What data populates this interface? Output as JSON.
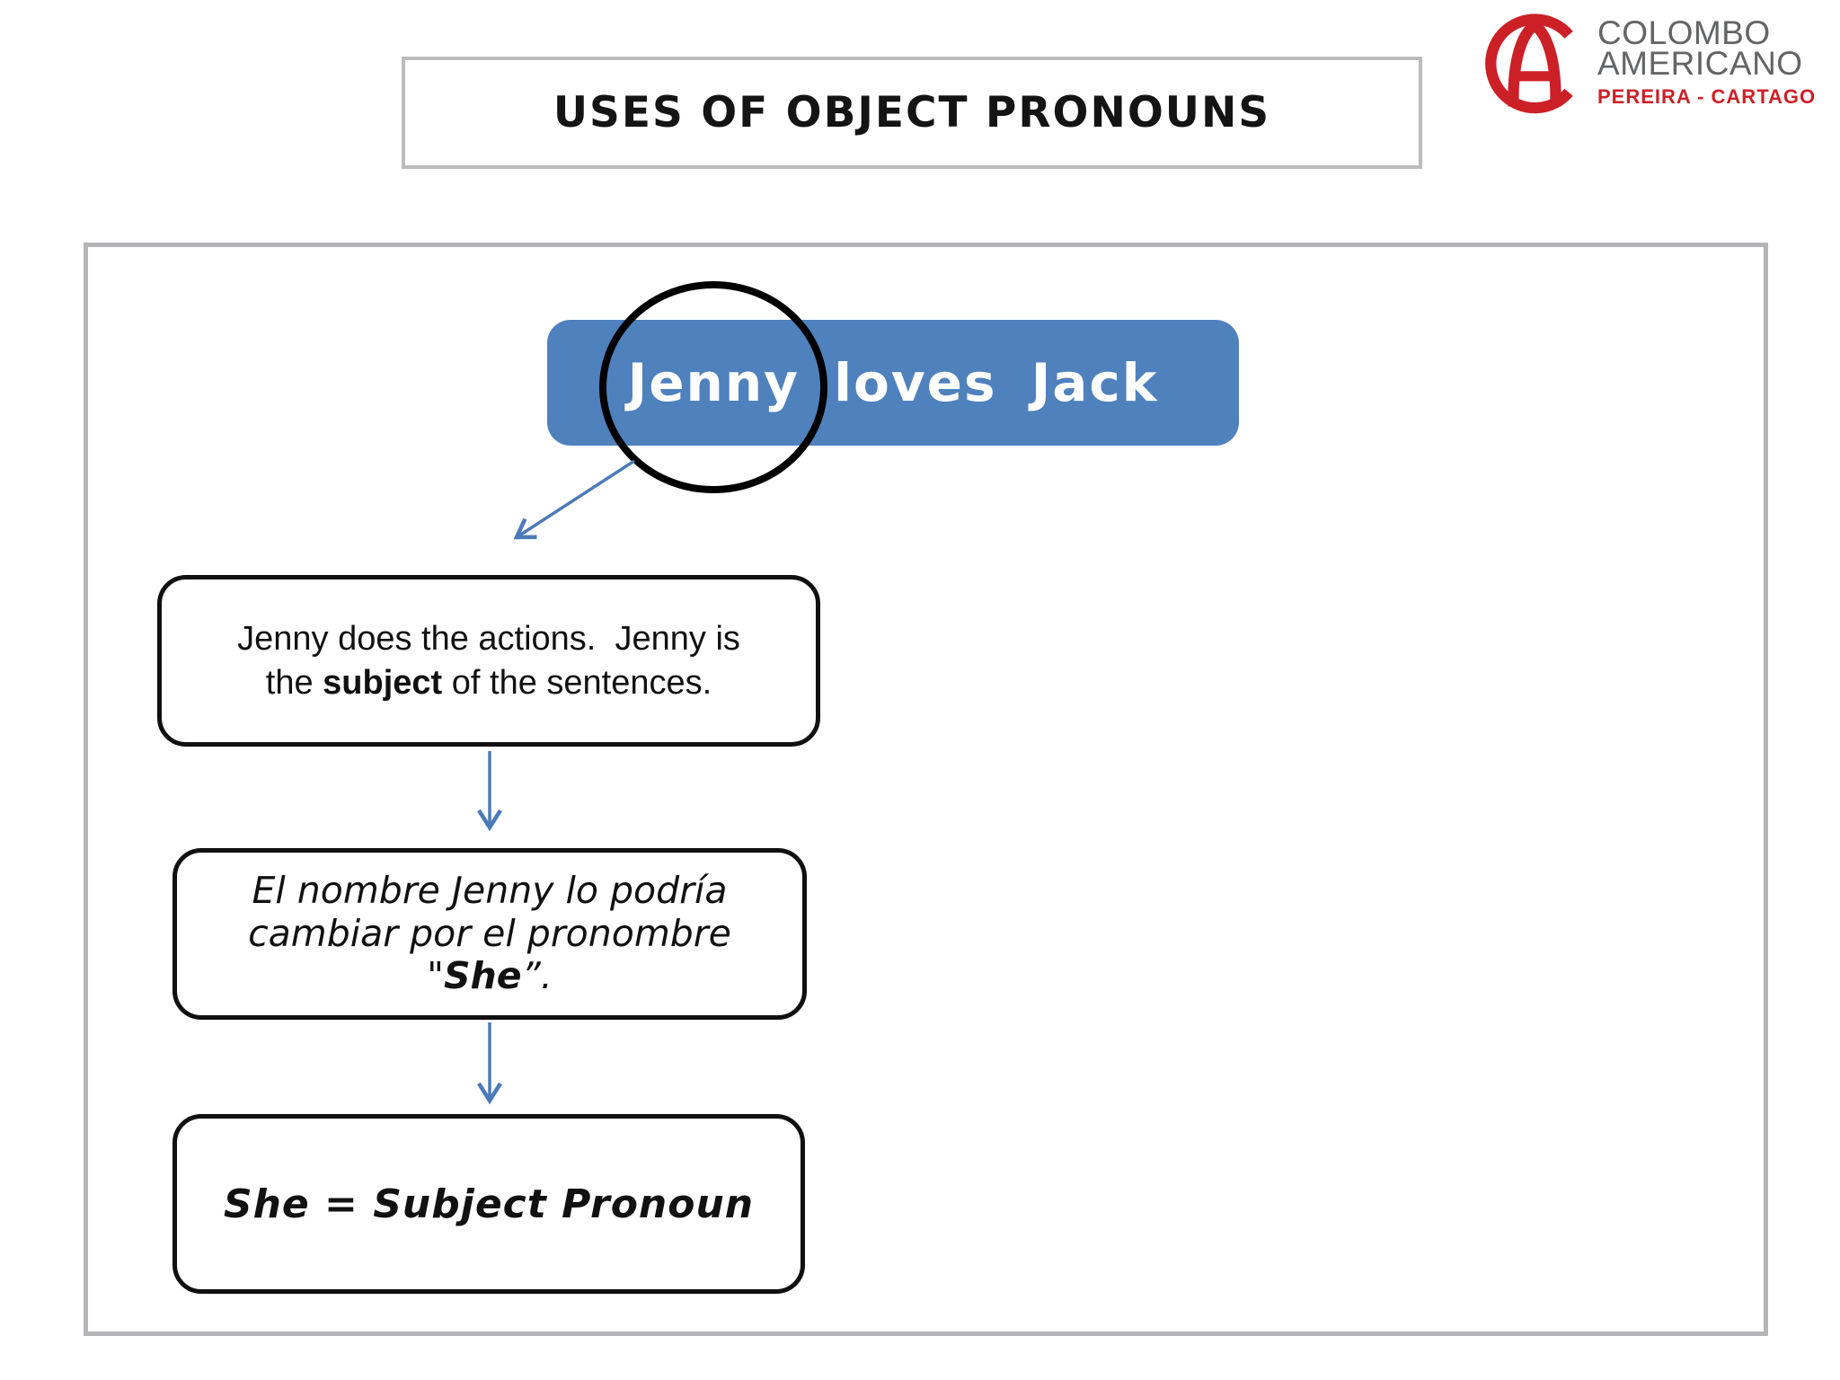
{
  "logo": {
    "name_line1": "COLOMBO",
    "name_line2": "AMERICANO",
    "subtitle": "PEREIRA - CARTAGO",
    "monogram": "CA-monogram-icon",
    "text_color": "#636466",
    "accent_color": "#cc2027"
  },
  "title": {
    "text": "USES OF OBJECT PRONOUNS"
  },
  "diagram": {
    "banner": {
      "text": "Jenny loves Jack",
      "fill": "#4f81bd",
      "text_color": "#ffffff",
      "circled_word": "Jenny"
    },
    "arrow_color": "#4c7ab8",
    "circle_stroke": "#000000",
    "box_subject": {
      "line1": "Jenny does the actions.  Jenny is",
      "line2_pre": "the ",
      "line2_bold": "subject",
      "line2_post": " of the sentences."
    },
    "box_spanish": {
      "line1": "El nombre Jenny lo podría",
      "line2": "cambiar por el pronombre",
      "line3_pre": "\"",
      "line3_bold": "She",
      "line3_post": "”."
    },
    "box_result": {
      "text": "She = Subject Pronoun"
    }
  }
}
